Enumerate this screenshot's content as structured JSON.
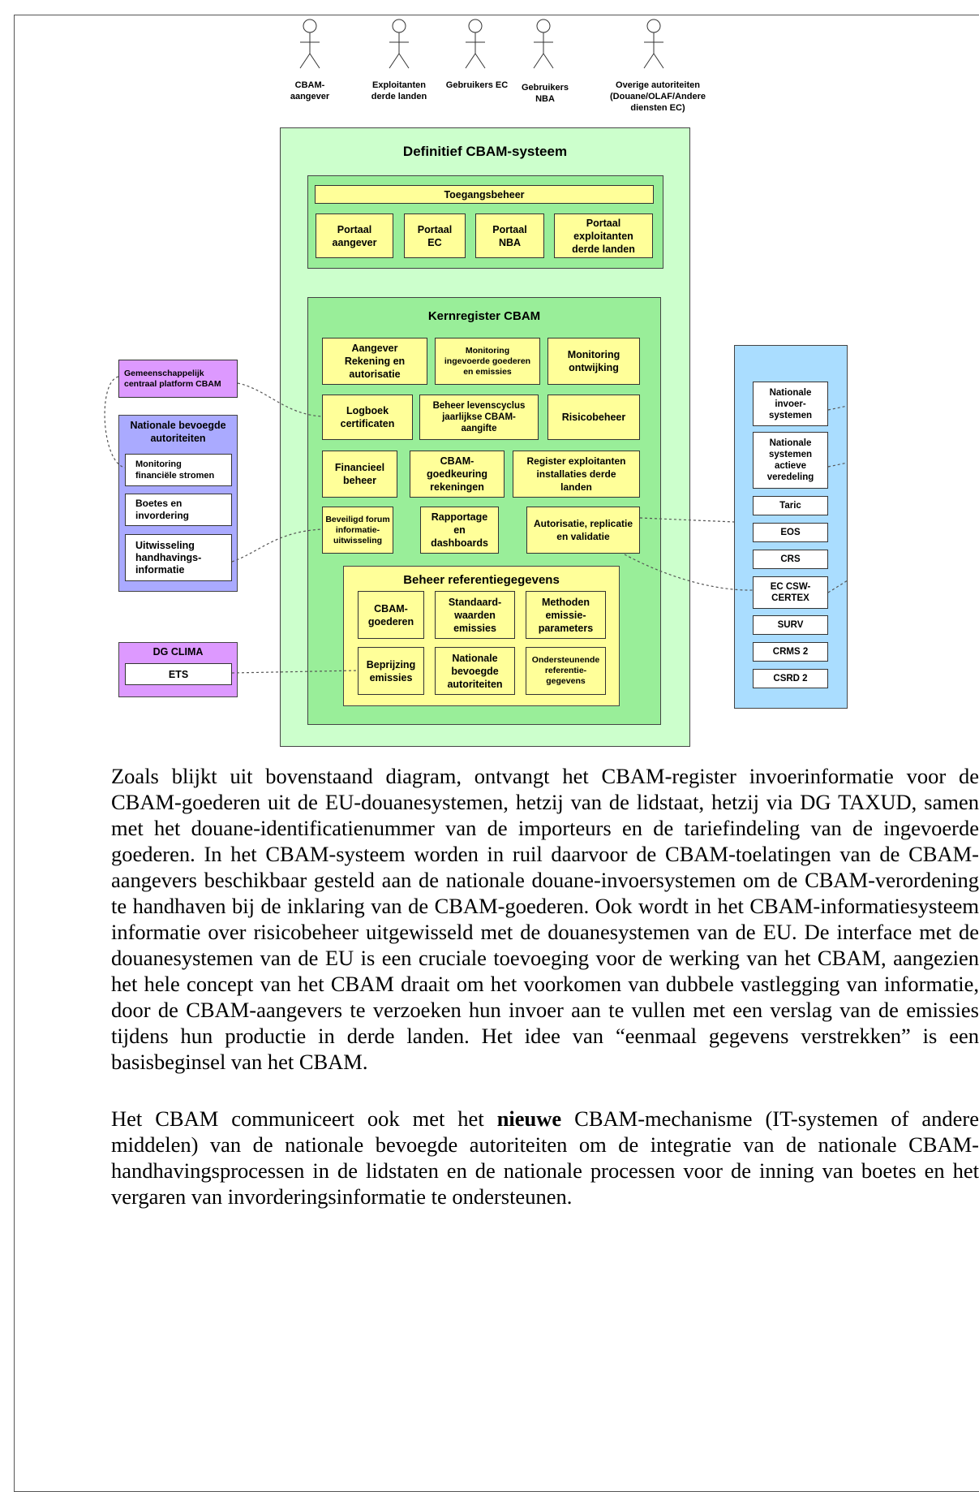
{
  "actors": [
    {
      "label": "CBAM-\naangever"
    },
    {
      "label": "Exploitanten\nderde landen"
    },
    {
      "label": "Gebruikers EC"
    },
    {
      "label": "Gebruikers\nNBA"
    },
    {
      "label": "Overige autoriteiten\n(Douane/OLAF/Andere\ndiensten EC)"
    }
  ],
  "system": {
    "title": "Definitief CBAM-systeem",
    "access": "Toegangsbeheer",
    "portals": [
      "Portaal\naangever",
      "Portaal\nEC",
      "Portaal\nNBA",
      "Portaal\nexploitanten\nderde landen"
    ],
    "core_title": "Kernregister CBAM",
    "core": [
      "Aangever\nRekening en\nautorisatie",
      "Monitoring\ningevoerde goederen\nen emissies",
      "Monitoring\nontwijking",
      "Logboek\ncertificaten",
      "Beheer levenscyclus\njaarlijkse CBAM-\naangifte",
      "Risicobeheer",
      "Financieel\nbeheer",
      "CBAM-\ngoedkeuring\nrekeningen",
      "Register exploitanten\ninstallaties derde\nlanden",
      "Beveiligd forum\ninformatie-\nuitwisseling",
      "Rapportage\nen\ndashboards",
      "Autorisatie, replicatie\nen validatie"
    ],
    "ref_title": "Beheer referentiegegevens",
    "ref": [
      "CBAM-\ngoederen",
      "Standaard-\nwaarden\nemissies",
      "Methoden\nemissie-\nparameters",
      "Beprijzing\nemissies",
      "Nationale\nbevoegde\nautoriteiten",
      "Ondersteunende\nreferentie-\ngegevens"
    ]
  },
  "left": {
    "platform": "Gemeenschappelijk\ncentraal platform CBAM",
    "nba_title": "Nationale bevoegde\nautoriteiten",
    "nba_items": [
      "Monitoring\nfinanciële stromen",
      "Boetes en\ninvordering",
      "Uitwisseling\nhandhavings-\ninformatie"
    ],
    "dgclima_title": "DG CLIMA",
    "dgclima_item": "ETS"
  },
  "right": {
    "items": [
      "Nationale\ninvoer-\nsystemen",
      "Nationale\nsystemen\nactieve\nveredeling",
      "Taric",
      "EOS",
      "CRS",
      "EC CSW-\nCERTEX",
      "SURV",
      "CRMS 2",
      "CSRD 2"
    ]
  },
  "text": {
    "p1": "Zoals blijkt uit bovenstaand diagram, ontvangt het CBAM-register invoerinformatie voor de CBAM-goederen uit de EU-douanesystemen, hetzij van de lidstaat, hetzij via DG TAXUD, samen met het douane-identificatienummer van de importeurs en de tariefindeling van de ingevoerde goederen. In het CBAM-systeem worden in ruil daarvoor de CBAM-toelatingen van de CBAM-aangevers beschikbaar gesteld aan de nationale douane-invoersystemen om de CBAM-verordening te handhaven bij de inklaring van de CBAM-goederen. Ook wordt in het CBAM-informatiesysteem informatie over risicobeheer uitgewisseld met de douanesystemen van de EU. De interface met de douanesystemen van de EU is een cruciale toevoeging voor de werking van het CBAM, aangezien het hele concept van het CBAM draait om het voorkomen van dubbele vastlegging van informatie, door de CBAM-aangevers te verzoeken hun invoer aan te vullen met een verslag van de emissies tijdens hun productie in derde landen. Het idee van “eenmaal gegevens verstrekken” is een basisbeginsel van het CBAM.",
    "p2_before": "Het CBAM communiceert ook met het ",
    "p2_bold": "nieuwe",
    "p2_after": " CBAM-mechanisme (IT-systemen of andere middelen) van de nationale bevoegde autoriteiten om de integratie van de nationale CBAM-handhavingsprocessen in de lidstaten en de nationale processen voor de inning van boetes en het vergaren van invorderingsinformatie te ondersteunen."
  },
  "colors": {
    "system_green": "#ccffcc",
    "core_green": "#99ee99",
    "box_yellow": "#ffff99",
    "purple": "#dd99ff",
    "nba_blue": "#aaaaff",
    "right_blue": "#aaddff"
  }
}
